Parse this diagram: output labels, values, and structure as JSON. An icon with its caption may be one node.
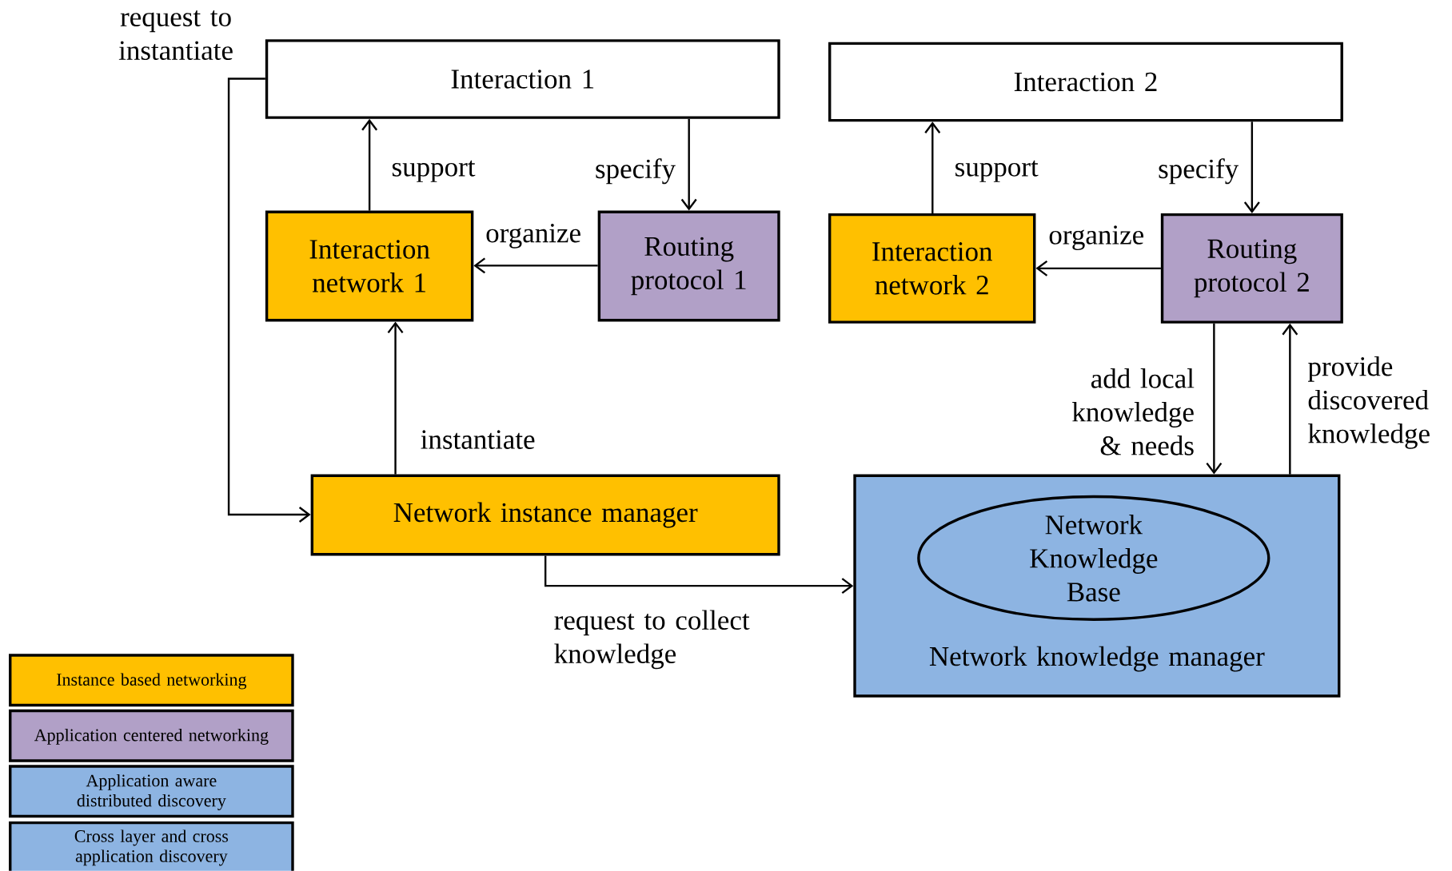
{
  "diagram": {
    "nodes": [
      {
        "text": [
          "Interaction 1"
        ]
      },
      {
        "text": [
          "Interaction 2"
        ]
      },
      {
        "text": [
          "Interaction network 1"
        ]
      },
      {
        "text": [
          "Routing protocol 1"
        ]
      },
      {
        "text": [
          "Interaction network 2"
        ]
      },
      {
        "text": [
          "Routing protocol 2"
        ]
      },
      {
        "text": [
          "Network instance manager"
        ]
      },
      {
        "text": [
          "Network knowledge manager"
        ]
      },
      {
        "text": [
          "Network Knowledge Base"
        ],
        "in": 7
      }
    ],
    "edges": [
      {
        "from": 2,
        "to": 0,
        "arrow": "to",
        "label": "support"
      },
      {
        "from": 0,
        "to": 3,
        "arrow": "to",
        "label": "specify"
      },
      {
        "from": 3,
        "to": 2,
        "arrow": "to",
        "label": "organize"
      },
      {
        "from": 4,
        "to": 1,
        "arrow": "to",
        "label": "support"
      },
      {
        "from": 1,
        "to": 5,
        "arrow": "to",
        "label": "specify"
      },
      {
        "from": 5,
        "to": 4,
        "arrow": "to",
        "label": "organize"
      },
      {
        "from": 6,
        "to": 2,
        "arrow": "to",
        "label": "instantiate"
      },
      {
        "from": 0,
        "to": 6,
        "arrow": "to",
        "label": "request to instantiate"
      },
      {
        "from": 6,
        "to": 7,
        "arrow": "to",
        "label": "request to collect knowledge"
      },
      {
        "from": 5,
        "to": 7,
        "arrow": "to",
        "label": "add local knowledge & needs"
      },
      {
        "from": 7,
        "to": 5,
        "arrow": "to",
        "label": "provide discovered knowledge"
      }
    ],
    "legend": [
      {
        "text": "Instance based networking",
        "color": "#ffc000"
      },
      {
        "text": "Application centered networking",
        "color": "#b1a0c7"
      },
      {
        "text": "Application aware distributed discovery",
        "color": "#8db4e2"
      },
      {
        "text": "Cross layer and cross application discovery",
        "color": "#8db4e2"
      }
    ]
  }
}
